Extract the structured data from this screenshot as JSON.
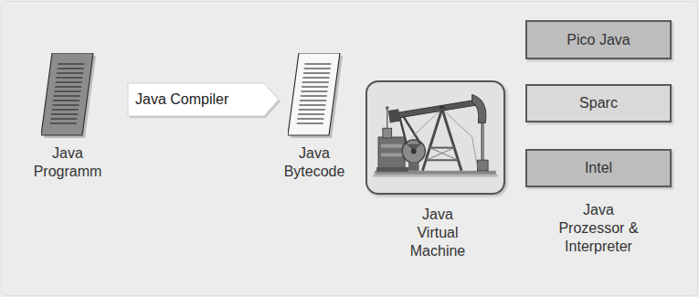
{
  "diagram": {
    "nodes": [
      {
        "text": [
          "Java Programm"
        ]
      },
      {
        "text": [
          "Java Bytecode"
        ]
      },
      {
        "text": [
          "Java Virtual Machine"
        ]
      },
      {
        "text": [
          "Pico Java"
        ]
      },
      {
        "text": [
          "Sparc"
        ]
      },
      {
        "text": [
          "Intel"
        ]
      }
    ],
    "edges": [
      {
        "from": 0,
        "to": 1,
        "arrow": "to",
        "label": "Java Compiler"
      }
    ],
    "labels": [
      "Java Prozessor & Interpreter"
    ]
  }
}
